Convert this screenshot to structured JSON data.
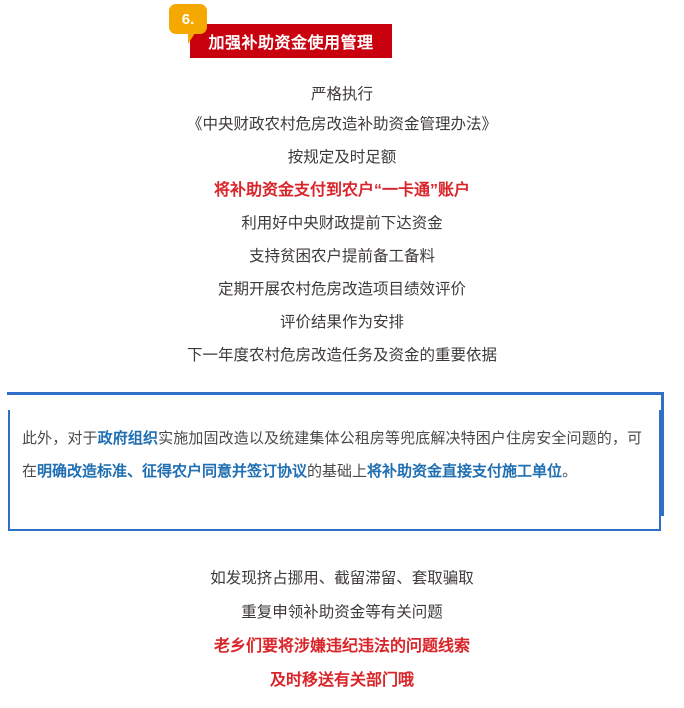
{
  "header": {
    "badge_number": "6.",
    "banner_title": "加强补助资金使用管理",
    "banner_color": "#c9000d",
    "badge_color": "#f5a800"
  },
  "colors": {
    "body_text": "#3e3a39",
    "emphasis_red": "#d9252a",
    "frame_blue": "#2f6fc7",
    "highlight_blue": "#1f6fb2"
  },
  "top_block": {
    "lines": [
      {
        "text": "严格执行",
        "style": "gray"
      },
      {
        "text": "《中央财政农村危房改造补助资金管理办法》",
        "style": "gray"
      },
      {
        "text": "按规定及时足额",
        "style": "gray"
      },
      {
        "text": "将补助资金支付到农户“一卡通”账户",
        "style": "red"
      },
      {
        "text": "利用好中央财政提前下达资金",
        "style": "gray"
      },
      {
        "text": "支持贫困农户提前备工备料",
        "style": "gray"
      },
      {
        "text": "定期开展农村危房改造项目绩效评价",
        "style": "gray"
      },
      {
        "text": "评价结果作为安排",
        "style": "gray"
      },
      {
        "text": "下一年度农村危房改造任务及资金的重要依据",
        "style": "gray"
      }
    ]
  },
  "callout": {
    "segments": [
      {
        "text": "此外，对于",
        "highlight": false
      },
      {
        "text": "政府组织",
        "highlight": true
      },
      {
        "text": "实施加固改造以及统建集体公租房等兜底解决特困户住房安全问题的，可在",
        "highlight": false
      },
      {
        "text": "明确改造标准、征得农户同意并签订协议",
        "highlight": true
      },
      {
        "text": "的基础上",
        "highlight": false
      },
      {
        "text": "将补助资金直接支付施工单位",
        "highlight": true
      },
      {
        "text": "。",
        "highlight": false
      }
    ]
  },
  "bottom_block": {
    "lines": [
      {
        "text": "如发现挤占挪用、截留滞留、套取骗取",
        "style": "gray"
      },
      {
        "text": "重复申领补助资金等有关问题",
        "style": "gray"
      },
      {
        "text": "老乡们要将涉嫌违纪违法的问题线索",
        "style": "red"
      },
      {
        "text": "及时移送有关部门哦",
        "style": "red"
      }
    ]
  }
}
